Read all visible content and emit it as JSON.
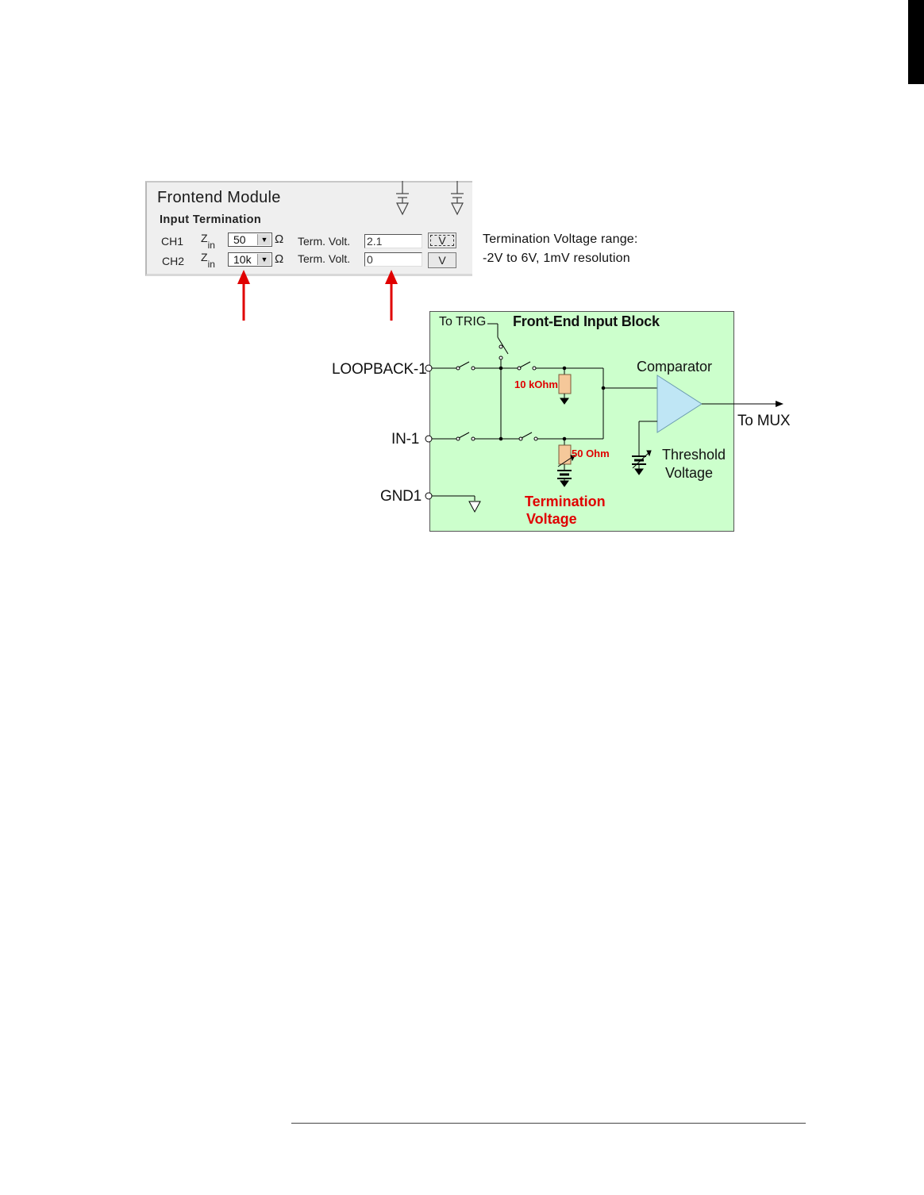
{
  "panel": {
    "title": "Frontend Module",
    "section": "Input Termination",
    "channels": [
      {
        "label": "CH1",
        "z_symbol": "Z",
        "z_sub": "in",
        "impedance": "50",
        "unit": "Ω",
        "term_label": "Term. Volt.",
        "term_value": "2.1",
        "volt_button": "V"
      },
      {
        "label": "CH2",
        "z_symbol": "Z",
        "z_sub": "in",
        "impedance": "10k",
        "unit": "Ω",
        "term_label": "Term. Volt.",
        "term_value": "0",
        "volt_button": "V"
      }
    ]
  },
  "note": {
    "line1": "Termination Voltage range:",
    "line2": "-2V to 6V, 1mV resolution"
  },
  "diagram": {
    "title": "Front-End Input Block",
    "to_trig": "To TRIG",
    "loopback": "LOOPBACK-1",
    "input": "IN-1",
    "ground": "GND1",
    "res_10k": "10 kOhm",
    "res_50": "50 Ohm",
    "comparator": "Comparator",
    "to_mux": "To MUX",
    "threshold_1": "Threshold",
    "threshold_2": "Voltage",
    "termination_1": "Termination",
    "termination_2": "Voltage"
  },
  "colors": {
    "diagram_bg": "#ccffcc",
    "comparator_fill": "#bfe6f5",
    "resistor_fill": "#f5c89a",
    "arrow_red": "#e00000"
  }
}
